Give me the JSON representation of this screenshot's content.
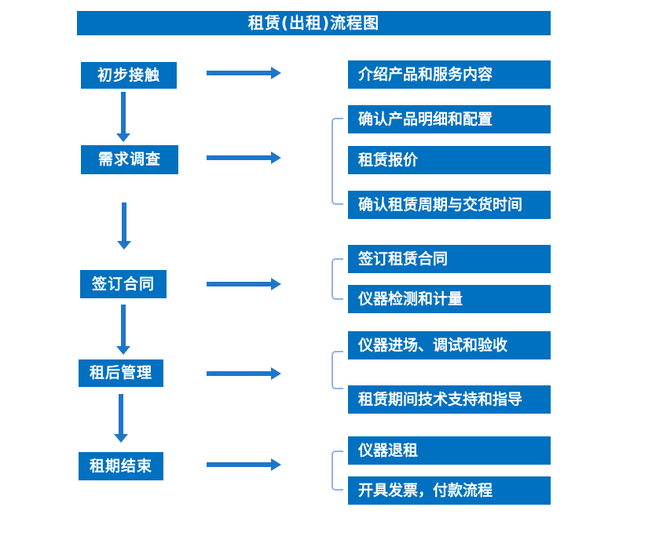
{
  "title": "租赁(出租)流程图",
  "colors": {
    "box_blue": "#0070C0",
    "arrow_blue": "#1F76C8",
    "bracket_blue": "#8EB4E3",
    "text_white": "#FFFFFF"
  },
  "stages": [
    {
      "label": "初步接触",
      "items": [
        "介绍产品和服务内容"
      ]
    },
    {
      "label": "需求调查",
      "items": [
        "确认产品明细和配置",
        "租赁报价",
        "确认租赁周期与交货时间"
      ]
    },
    {
      "label": "签订合同",
      "items": [
        "签订租赁合同",
        "仪器检测和计量"
      ]
    },
    {
      "label": "租后管理",
      "items": [
        "仪器进场、调试和验收",
        "租赁期间技术支持和指导"
      ]
    },
    {
      "label": "租期结束",
      "items": [
        "仪器退租",
        "开具发票，付款流程"
      ]
    }
  ]
}
